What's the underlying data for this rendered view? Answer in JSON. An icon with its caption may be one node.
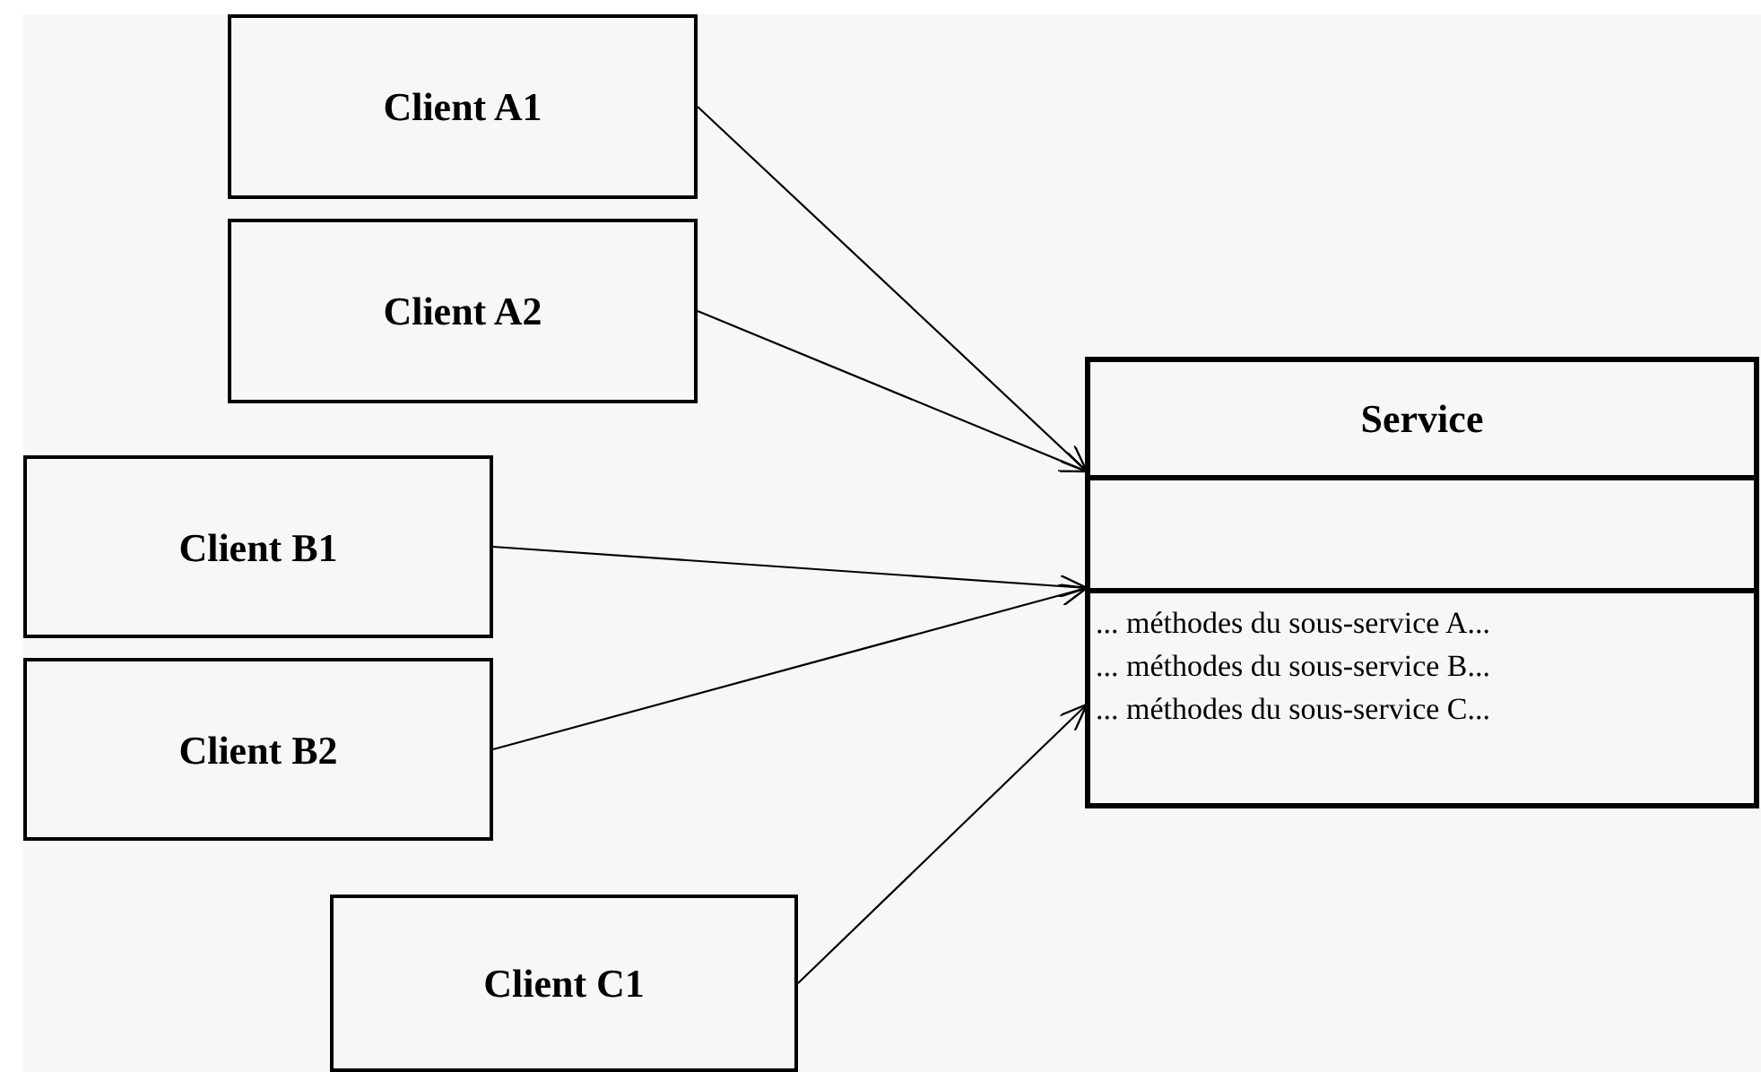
{
  "diagram": {
    "nodes": [
      {
        "text": [
          "Client A1"
        ]
      },
      {
        "text": [
          "Client A2"
        ]
      },
      {
        "text": [
          "Client B1"
        ]
      },
      {
        "text": [
          "Client B2"
        ]
      },
      {
        "text": [
          "Client C1"
        ]
      },
      {
        "text": [
          "Service",
          "... méthodes du sous-service A...",
          "... méthodes du sous-service B...",
          "... méthodes du sous-service C..."
        ]
      }
    ],
    "edges": [
      {
        "from": 0,
        "to": 5,
        "arrow": "to"
      },
      {
        "from": 1,
        "to": 5,
        "arrow": "to"
      },
      {
        "from": 2,
        "to": 5,
        "arrow": "to"
      },
      {
        "from": 3,
        "to": 5,
        "arrow": "to"
      },
      {
        "from": 4,
        "to": 5,
        "arrow": "to"
      }
    ]
  }
}
